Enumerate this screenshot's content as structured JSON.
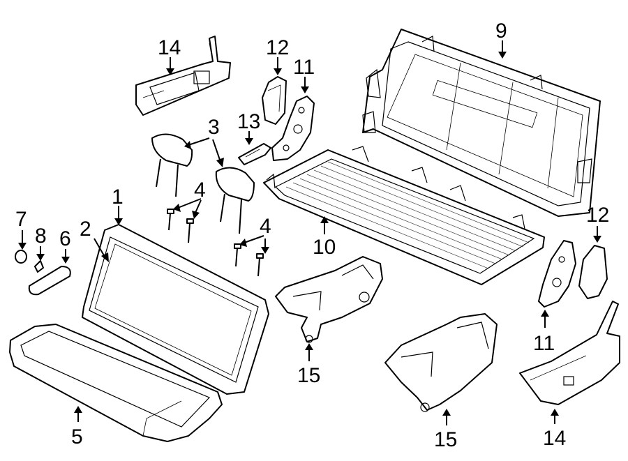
{
  "callouts": {
    "c1": "1",
    "c2": "2",
    "c3": "3",
    "c4a": "4",
    "c4b": "4",
    "c5": "5",
    "c6": "6",
    "c7": "7",
    "c8": "8",
    "c9": "9",
    "c10": "10",
    "c11a": "11",
    "c11b": "11",
    "c12a": "12",
    "c12b": "12",
    "c13": "13",
    "c14a": "14",
    "c14b": "14",
    "c15a": "15",
    "c15b": "15"
  }
}
